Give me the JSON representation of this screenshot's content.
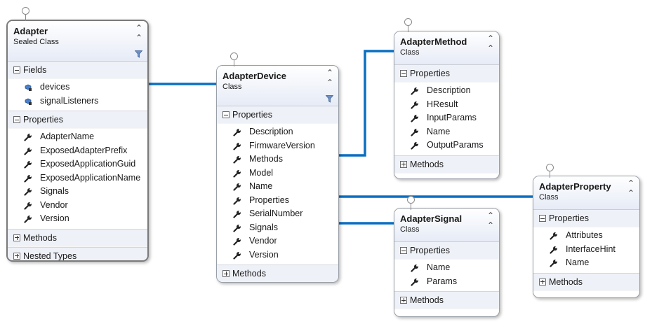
{
  "classes": {
    "adapter": {
      "name": "Adapter",
      "kind": "Sealed Class",
      "fields_label": "Fields",
      "fields": [
        "devices",
        "signalListeners"
      ],
      "properties_label": "Properties",
      "properties": [
        "AdapterName",
        "ExposedAdapterPrefix",
        "ExposedApplicationGuid",
        "ExposedApplicationName",
        "Signals",
        "Vendor",
        "Version"
      ],
      "methods_label": "Methods",
      "nested_label": "Nested Types"
    },
    "adapterDevice": {
      "name": "AdapterDevice",
      "kind": "Class",
      "properties_label": "Properties",
      "properties": [
        "Description",
        "FirmwareVersion",
        "Methods",
        "Model",
        "Name",
        "Properties",
        "SerialNumber",
        "Signals",
        "Vendor",
        "Version"
      ],
      "methods_label": "Methods"
    },
    "adapterMethod": {
      "name": "AdapterMethod",
      "kind": "Class",
      "properties_label": "Properties",
      "properties": [
        "Description",
        "HResult",
        "InputParams",
        "Name",
        "OutputParams"
      ],
      "methods_label": "Methods"
    },
    "adapterSignal": {
      "name": "AdapterSignal",
      "kind": "Class",
      "properties_label": "Properties",
      "properties": [
        "Name",
        "Params"
      ],
      "methods_label": "Methods"
    },
    "adapterProperty": {
      "name": "AdapterProperty",
      "kind": "Class",
      "properties_label": "Properties",
      "properties": [
        "Attributes",
        "InterfaceHint",
        "Name"
      ],
      "methods_label": "Methods"
    }
  },
  "icons": {
    "field": "field-icon",
    "property": "wrench-property-icon",
    "collapse": "double-chevron-up-icon",
    "filter": "filter-icon",
    "interface": "lollipop-interface-icon"
  },
  "colors": {
    "association": "#0a6fc2",
    "header_gradient_end": "#e6ebf6",
    "section_bg": "#eef1f7"
  }
}
